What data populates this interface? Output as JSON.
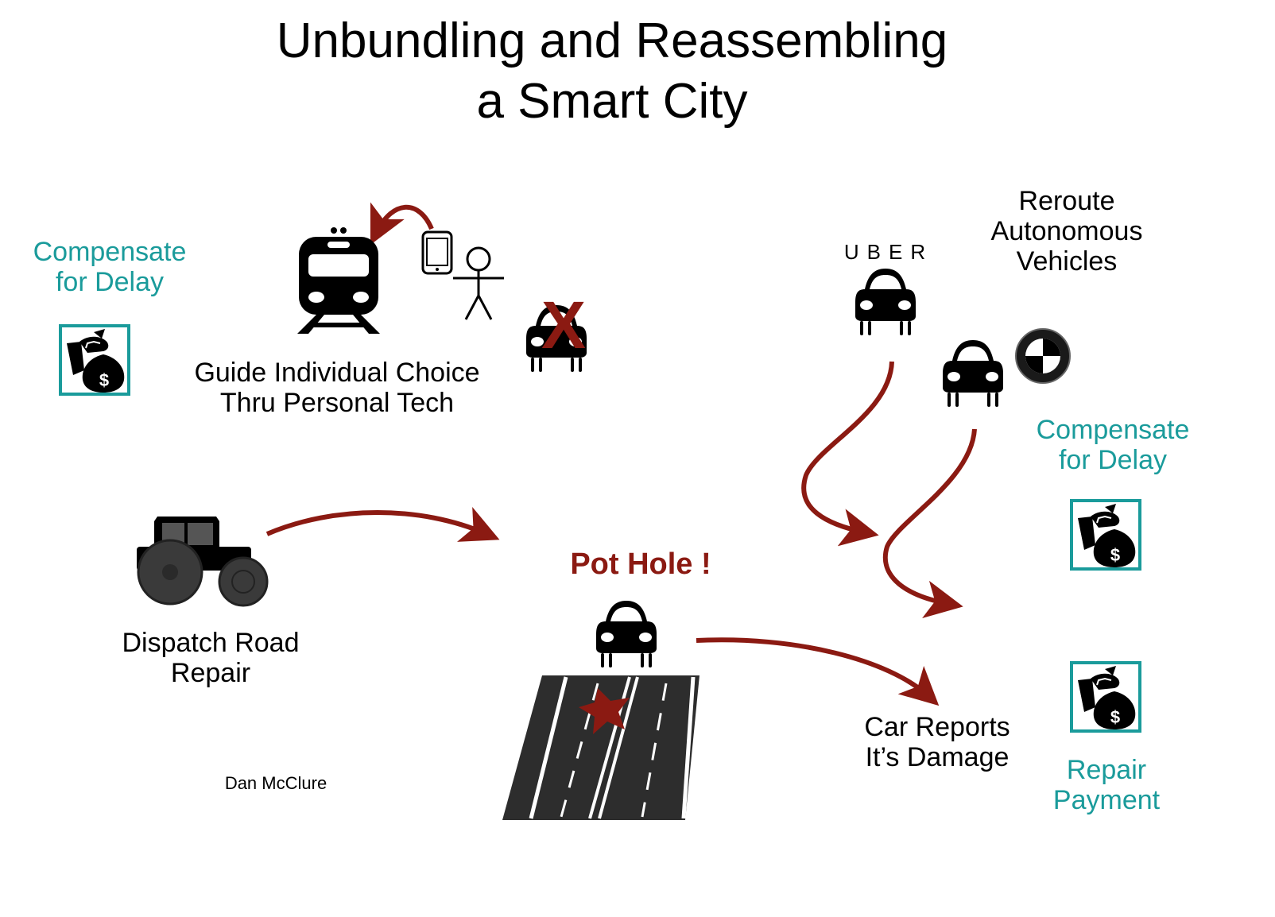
{
  "title": {
    "line1": "Unbundling and Reassembling",
    "line2": "a Smart City"
  },
  "labels": {
    "compensate_left": [
      "Compensate",
      "for Delay"
    ],
    "guide_choice": [
      "Guide Individual Choice",
      "Thru Personal Tech"
    ],
    "reroute": [
      "Reroute",
      "Autonomous",
      "Vehicles"
    ],
    "uber_logo": "UBER",
    "compensate_right": [
      "Compensate",
      "for Delay"
    ],
    "dispatch": [
      "Dispatch Road",
      "Repair"
    ],
    "pot_hole": "Pot Hole !",
    "car_reports": [
      "Car Reports",
      "It’s Damage"
    ],
    "repair_payment": [
      "Repair",
      "Payment"
    ],
    "author": "Dan McClure",
    "cross_mark": "X",
    "dollar": "$"
  },
  "colors": {
    "teal": "#1a9b9b",
    "arrow_red": "#8b1a12",
    "black": "#000000",
    "road": "#2d2d2d"
  },
  "icons": [
    "train-icon",
    "smartphone-icon",
    "stick-person-icon",
    "car-icon",
    "money-bag-icon",
    "tractor-icon",
    "road-icon",
    "bmw-logo-icon"
  ]
}
